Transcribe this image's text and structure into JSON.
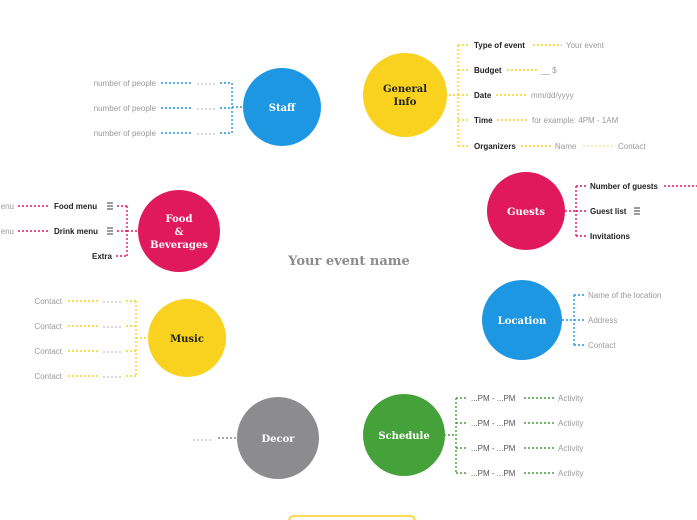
{
  "title": "Your event name",
  "colors": {
    "yellow": "#F9D21F",
    "blue": "#1E97E3",
    "pink": "#E0185C",
    "gray": "#8C8C8E",
    "green": "#45A13A"
  },
  "nodes": {
    "general_info": {
      "line1": "General",
      "line2": "Info"
    },
    "staff": {
      "label": "Staff"
    },
    "guests": {
      "label": "Guests"
    },
    "food": {
      "line1": "Food",
      "line2": "&",
      "line3": "Beverages"
    },
    "location": {
      "label": "Location"
    },
    "music": {
      "label": "Music"
    },
    "decor": {
      "label": "Decor"
    },
    "schedule": {
      "label": "Schedule"
    }
  },
  "general_info_items": [
    {
      "label": "Type of event",
      "value": "Your event"
    },
    {
      "label": "Budget",
      "value": "__ $"
    },
    {
      "label": "Date",
      "value": "mm/dd/yyyy"
    },
    {
      "label": "Time",
      "value": "for example: 4PM - 1AM"
    },
    {
      "label": "Organizers",
      "value": "Name",
      "value2": "Contact"
    }
  ],
  "staff_items": [
    "number of people",
    "number of people",
    "number of people"
  ],
  "guests_items": [
    "Number of guests",
    "Guest list",
    "Invitations"
  ],
  "food_items": [
    {
      "label": "Food menu",
      "left": "enu"
    },
    {
      "label": "Drink menu",
      "left": "enu"
    },
    {
      "label": "Extra"
    }
  ],
  "location_items": [
    "Name of the location",
    "Address",
    "Contact"
  ],
  "music_items": [
    "Contact",
    "Contact",
    "Contact",
    "Contact"
  ],
  "schedule_items": [
    {
      "time": "...PM - ...PM",
      "activity": "Activity"
    },
    {
      "time": "...PM - ...PM",
      "activity": "Activity"
    },
    {
      "time": "...PM - ...PM",
      "activity": "Activity"
    },
    {
      "time": "...PM - ...PM",
      "activity": "Activity"
    }
  ],
  "icons": {
    "note": "notes-icon"
  }
}
